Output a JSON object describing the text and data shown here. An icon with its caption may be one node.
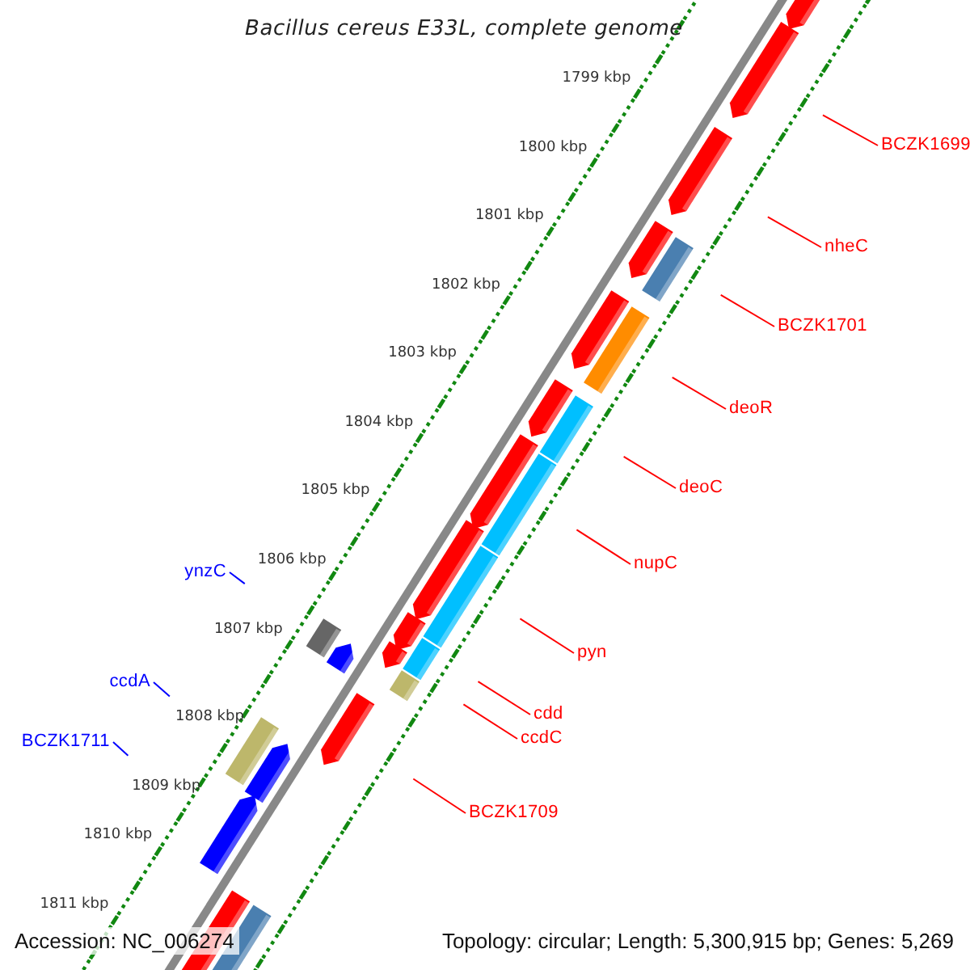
{
  "diagram": {
    "title": "Bacillus cereus E33L, complete genome",
    "nodes": [
      {
        "text": [
          "BCZK1699"
        ]
      },
      {
        "text": [
          "nheC"
        ]
      },
      {
        "text": [
          "BCZK1701"
        ]
      },
      {
        "text": [
          "deoR"
        ]
      },
      {
        "text": [
          "deoC"
        ]
      },
      {
        "text": [
          "nupC"
        ]
      },
      {
        "text": [
          "ynzC"
        ]
      },
      {
        "text": [
          "pyn"
        ]
      },
      {
        "text": [
          "ccdA"
        ]
      },
      {
        "text": [
          "cdd"
        ]
      },
      {
        "text": [
          "ccdC"
        ]
      },
      {
        "text": [
          "BCZK1711"
        ]
      },
      {
        "text": [
          "BCZK1709"
        ]
      }
    ],
    "edges": [
      {
        "from": 0,
        "to": null,
        "arrow": "none"
      },
      {
        "from": 1,
        "to": null,
        "arrow": "none"
      },
      {
        "from": 2,
        "to": null,
        "arrow": "none"
      },
      {
        "from": 3,
        "to": null,
        "arrow": "none"
      },
      {
        "from": 4,
        "to": null,
        "arrow": "none"
      },
      {
        "from": 5,
        "to": null,
        "arrow": "none"
      },
      {
        "from": 6,
        "to": null,
        "arrow": "none",
        "color": "#0000ff"
      },
      {
        "from": 7,
        "to": null,
        "arrow": "none"
      },
      {
        "from": 8,
        "to": null,
        "arrow": "none",
        "color": "#0000ff"
      },
      {
        "from": 9,
        "to": null,
        "arrow": "none"
      },
      {
        "from": 10,
        "to": null,
        "arrow": "none"
      },
      {
        "from": 11,
        "to": null,
        "arrow": "none",
        "color": "#0000ff"
      },
      {
        "from": 12,
        "to": null,
        "arrow": "none"
      }
    ],
    "labels": [
      "1799 kbp",
      "1800 kbp",
      "1801 kbp",
      "1802 kbp",
      "1803 kbp",
      "1804 kbp",
      "1805 kbp",
      "1806 kbp",
      "1807 kbp",
      "1808 kbp",
      "1809 kbp",
      "1810 kbp",
      "1811 kbp",
      "Accession: NC_006274",
      "Topology: circular; Length: 5,300,915 bp; Genes: 5,269"
    ]
  }
}
